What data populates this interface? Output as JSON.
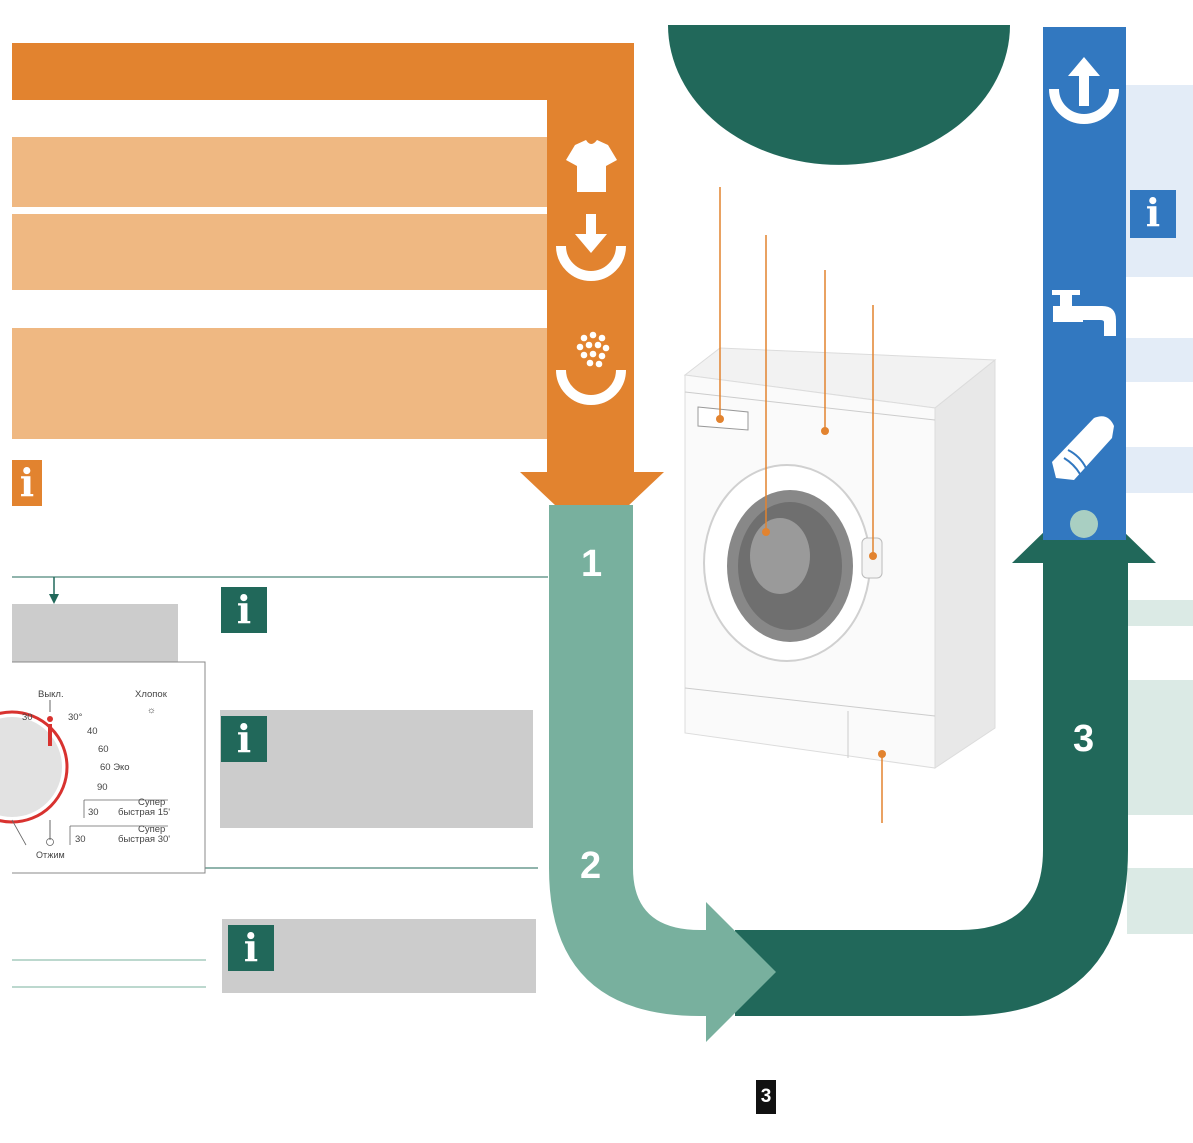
{
  "colors": {
    "orange": "#e2832f",
    "light_orange": "#efb882",
    "light_green": "#78b09e",
    "dark_green": "#21685a",
    "blue": "#3278c0",
    "light_blue": "#e3ecf7",
    "light_teal": "#dbeae5",
    "gray": "#cccccc"
  },
  "icons": {
    "orange_column": [
      "shirt-icon",
      "load-arrow-icon",
      "detergent-icon"
    ],
    "blue_column": [
      "unload-arrow-icon",
      "water-tap-icon",
      "finger-touch-icon"
    ],
    "info": "info-icon"
  },
  "info_letter": "i",
  "steps": {
    "step1": "1",
    "step2": "2",
    "step3": "3"
  },
  "dial": {
    "off": "Выкл.",
    "cotton": "Хлопок",
    "t30_left": "30",
    "t30_deg": "30°",
    "t40": "40",
    "t60": "60",
    "t60_eco": "60 Эко",
    "t90": "90",
    "super1_top": "Супер",
    "super1_temp": "30",
    "super1_label": "быстрая 15'",
    "super2_top": "Супер",
    "super2_temp": "30",
    "super2_label": "быстрая 30'",
    "spin": "Отжим"
  },
  "page_number": "3"
}
